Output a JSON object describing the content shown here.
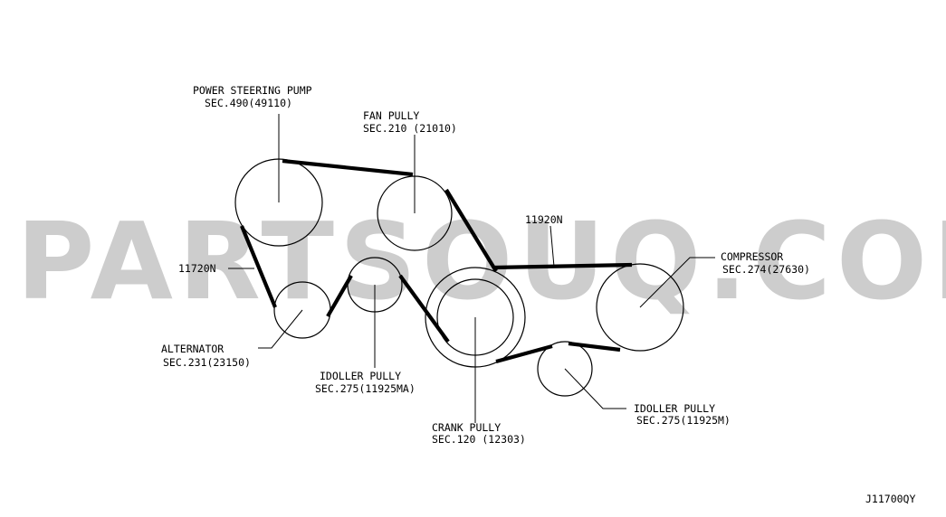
{
  "watermark": {
    "text": "PARTSOUQ.COM",
    "color": "#cdcdcd"
  },
  "components": {
    "power_steering_pump": {
      "name": "POWER STEERING PUMP",
      "section": "SEC.490(49110)"
    },
    "fan_pulley": {
      "name": "FAN PULLY",
      "section": "SEC.210 (21010)"
    },
    "compressor": {
      "name": "COMPRESSOR",
      "section": "SEC.274(27630)"
    },
    "alternator": {
      "name": "ALTERNATOR",
      "section": "SEC.231(23150)"
    },
    "idler_pulley_left": {
      "name": "IDOLLER PULLY",
      "section": "SEC.275(11925MA)"
    },
    "crank_pulley": {
      "name": "CRANK PULLY",
      "section": "SEC.120 (12303)"
    },
    "idler_pulley_right": {
      "name": "IDOLLER PULLY",
      "section": "SEC.275(11925M)"
    }
  },
  "belts": {
    "belt_11720n": {
      "part_number": "11720N"
    },
    "belt_11920n": {
      "part_number": "11920N"
    }
  },
  "diagram_code": "J11700QY"
}
